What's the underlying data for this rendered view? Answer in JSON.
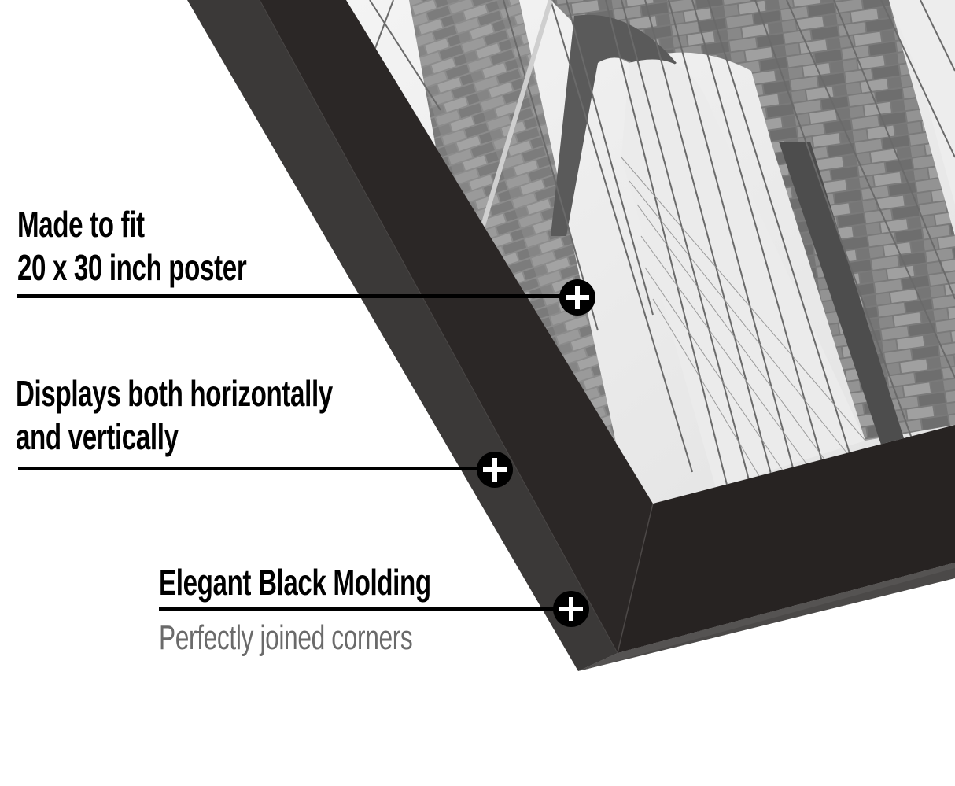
{
  "image": {
    "subject": "Black picture frame corner holding a black-and-white photo of the Brooklyn Bridge tower and cables",
    "background": "#ffffff",
    "frame_colors": {
      "outer_edge": "#3a3837",
      "outer_bevel_bottom": "#4a4847",
      "molding_face": "#2a2625",
      "photo_sky": "#ececec",
      "stone": "#8a8a8a"
    }
  },
  "callouts": [
    {
      "id": "fit",
      "lines": [
        "Made to fit",
        "20 x 30 inch poster"
      ],
      "icon": "plus-circle-icon"
    },
    {
      "id": "orientation",
      "lines": [
        "Displays both horizontally",
        "and vertically"
      ],
      "icon": "plus-circle-icon"
    },
    {
      "id": "molding",
      "lines": [
        "Elegant Black Molding"
      ],
      "subtext": "Perfectly joined corners",
      "icon": "plus-circle-icon"
    }
  ]
}
